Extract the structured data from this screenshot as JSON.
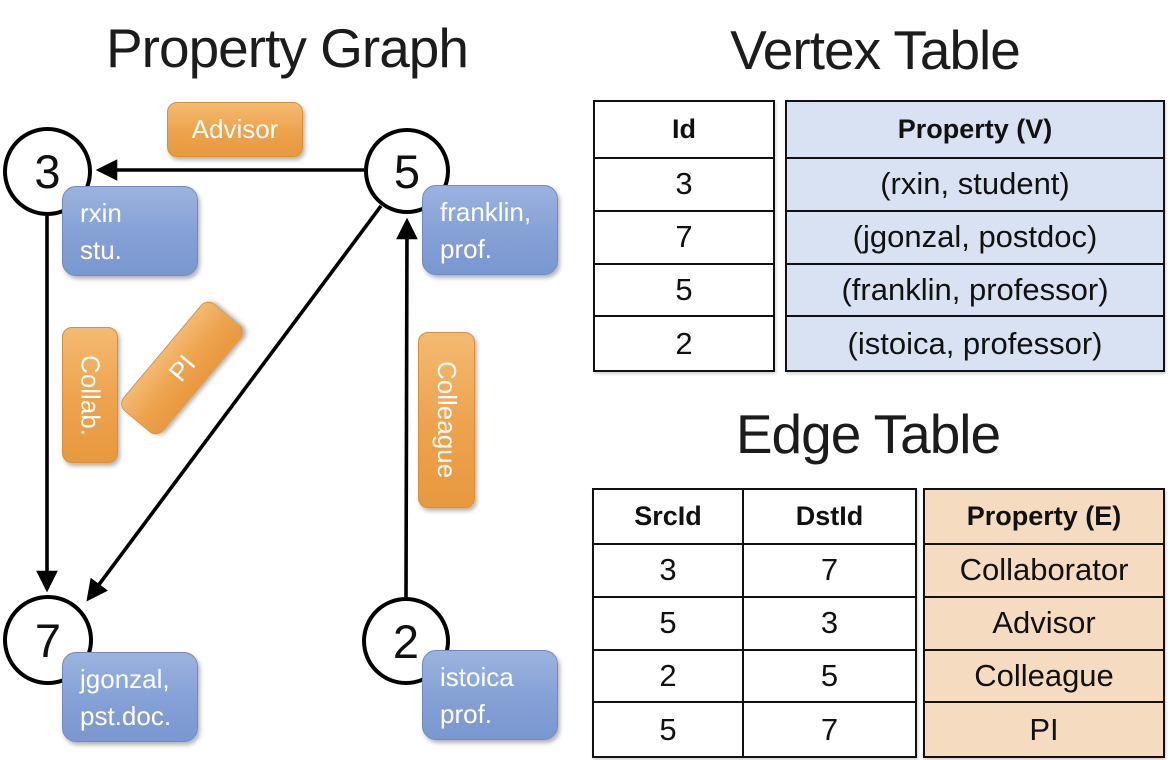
{
  "graph": {
    "title": "Property Graph",
    "nodes": [
      {
        "id": "3",
        "property_lines": [
          "rxin",
          "stu."
        ]
      },
      {
        "id": "5",
        "property_lines": [
          "franklin,",
          "prof."
        ]
      },
      {
        "id": "7",
        "property_lines": [
          "jgonzal,",
          "pst.doc."
        ]
      },
      {
        "id": "2",
        "property_lines": [
          "istoica",
          "prof."
        ]
      }
    ],
    "edge_labels": {
      "advisor": "Advisor",
      "collab": "Collab.",
      "pi": "PI",
      "colleague": "Colleague"
    }
  },
  "vertex_table": {
    "title": "Vertex Table",
    "headers": {
      "id": "Id",
      "property": "Property (V)"
    },
    "rows": [
      {
        "id": "3",
        "property": "(rxin, student)"
      },
      {
        "id": "7",
        "property": "(jgonzal, postdoc)"
      },
      {
        "id": "5",
        "property": "(franklin, professor)"
      },
      {
        "id": "2",
        "property": "(istoica, professor)"
      }
    ]
  },
  "edge_table": {
    "title": "Edge Table",
    "headers": {
      "src": "SrcId",
      "dst": "DstId",
      "property": "Property (E)"
    },
    "rows": [
      {
        "src": "3",
        "dst": "7",
        "property": "Collaborator"
      },
      {
        "src": "5",
        "dst": "3",
        "property": "Advisor"
      },
      {
        "src": "2",
        "dst": "5",
        "property": "Colleague"
      },
      {
        "src": "5",
        "dst": "7",
        "property": "PI"
      }
    ]
  },
  "colors": {
    "edge_label_orange": "#ECA24B",
    "vertex_label_blue": "#7F9BD1",
    "vertex_table_fill": "#D9E2F2",
    "edge_table_fill": "#F5DCC0"
  }
}
